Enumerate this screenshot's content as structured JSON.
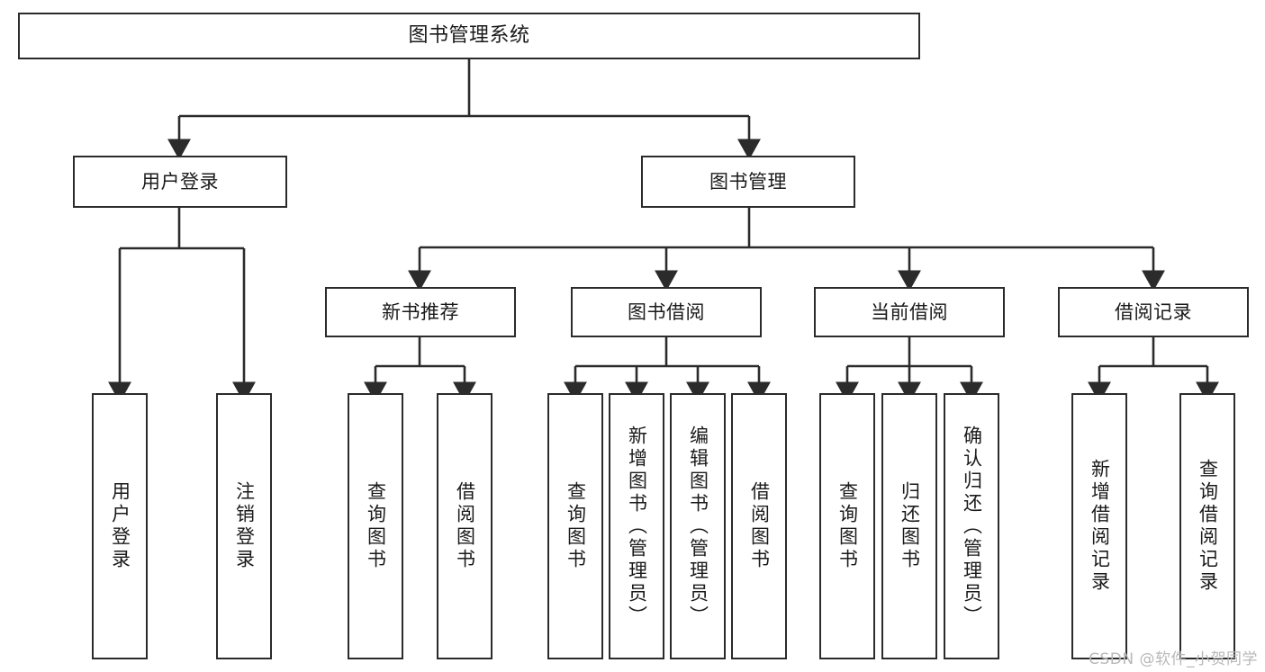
{
  "diagram": {
    "type": "tree-hierarchy",
    "title": "图书管理系统",
    "orientation": "top-down",
    "edge_color": "#2b2b2b",
    "box_border_color": "#2b2b2b",
    "box_fill_color": "#ffffff",
    "text_color": "#1a1a1a"
  },
  "nodes": {
    "root": {
      "label": "图书管理系统",
      "level": 0
    },
    "level1": [
      {
        "id": "user-login",
        "label": "用户登录"
      },
      {
        "id": "book-management",
        "label": "图书管理"
      }
    ],
    "level2": [
      {
        "id": "new-book-recommend",
        "label": "新书推荐",
        "parent": "book-management"
      },
      {
        "id": "book-borrow",
        "label": "图书借阅",
        "parent": "book-management"
      },
      {
        "id": "current-borrow",
        "label": "当前借阅",
        "parent": "book-management"
      },
      {
        "id": "borrow-record",
        "label": "借阅记录",
        "parent": "book-management"
      }
    ],
    "leaves": [
      {
        "id": "leaf-user-login",
        "label": "用户登录",
        "parent": "user-login"
      },
      {
        "id": "leaf-user-logout",
        "label": "注销登录",
        "parent": "user-login"
      },
      {
        "id": "leaf-query-book-1",
        "label": "查询图书",
        "parent": "new-book-recommend"
      },
      {
        "id": "leaf-borrow-book-1",
        "label": "借阅图书",
        "parent": "new-book-recommend"
      },
      {
        "id": "leaf-query-book-2",
        "label": "查询图书",
        "parent": "book-borrow"
      },
      {
        "id": "leaf-add-book",
        "label": "新增图书（管理员）",
        "parent": "book-borrow"
      },
      {
        "id": "leaf-edit-book",
        "label": "编辑图书（管理员）",
        "parent": "book-borrow"
      },
      {
        "id": "leaf-borrow-book-2",
        "label": "借阅图书",
        "parent": "book-borrow"
      },
      {
        "id": "leaf-query-book-3",
        "label": "查询图书",
        "parent": "current-borrow"
      },
      {
        "id": "leaf-return-book",
        "label": "归还图书",
        "parent": "current-borrow"
      },
      {
        "id": "leaf-confirm-return",
        "label": "确认归还（管理员）",
        "parent": "current-borrow"
      },
      {
        "id": "leaf-add-record",
        "label": "新增借阅记录",
        "parent": "borrow-record"
      },
      {
        "id": "leaf-query-record",
        "label": "查询借阅记录",
        "parent": "borrow-record"
      }
    ]
  },
  "watermark": {
    "text": "CSDN @软件_小贺同学"
  }
}
